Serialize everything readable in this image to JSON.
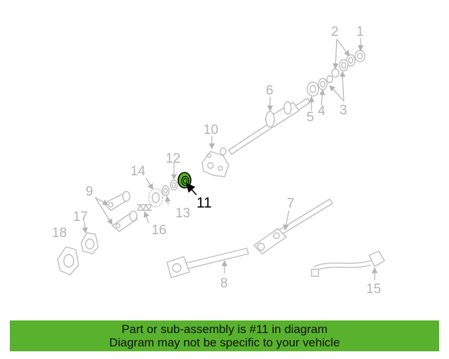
{
  "diagram": {
    "callouts": [
      "1",
      "2",
      "3",
      "4",
      "5",
      "6",
      "7",
      "8",
      "9",
      "10",
      "11",
      "12",
      "13",
      "14",
      "15",
      "16",
      "17",
      "18"
    ],
    "highlighted_callout": "11",
    "highlight_color": "#58b22d",
    "part_color": "#bdbdbd"
  },
  "banner": {
    "line1": "Part or sub-assembly is #11 in diagram",
    "line2": "Diagram may not be specific to your vehicle",
    "background": "#58b22d"
  }
}
